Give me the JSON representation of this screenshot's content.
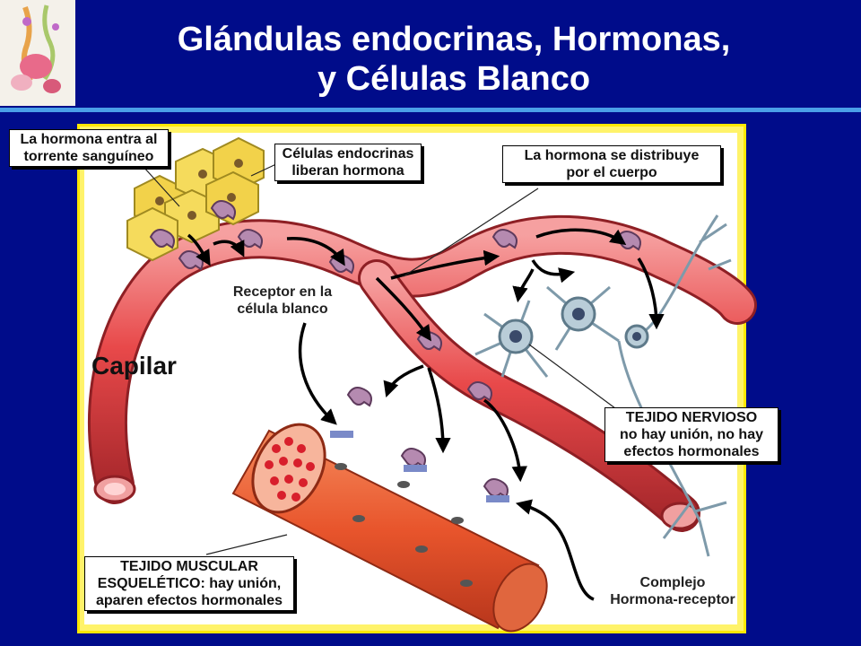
{
  "slide": {
    "title_line1": "Glándulas endocrinas, Hormonas,",
    "title_line2": "y Células Blanco"
  },
  "labels": {
    "hormona_entra_1": "La hormona entra al",
    "hormona_entra_2": "torrente sanguíneo",
    "celulas_endocrinas_1": "Células endocrinas",
    "celulas_endocrinas_2": "liberan hormona",
    "distribuye_1": "La hormona se distribuye",
    "distribuye_2": "por el cuerpo",
    "receptor_1": "Receptor en la",
    "receptor_2": "célula blanco",
    "capilar": "Capilar",
    "nervioso_1": "TEJIDO NERVIOSO",
    "nervioso_2": "no hay unión, no hay",
    "nervioso_3": "efectos hormonales",
    "muscular_1": "TEJIDO MUSCULAR",
    "muscular_2": "ESQUELÉTICO: hay unión,",
    "muscular_3": "aparen efectos hormonales",
    "complejo_1": "Complejo",
    "complejo_2": "Hormona-receptor"
  },
  "colors": {
    "background": "#000c8a",
    "frame": "#fff36a",
    "vessel": "#e8494a",
    "muscle": "#e8552c",
    "gland": "#f2d24a",
    "hormone": "#b58ab0",
    "neuron": "#b9cdd8"
  }
}
